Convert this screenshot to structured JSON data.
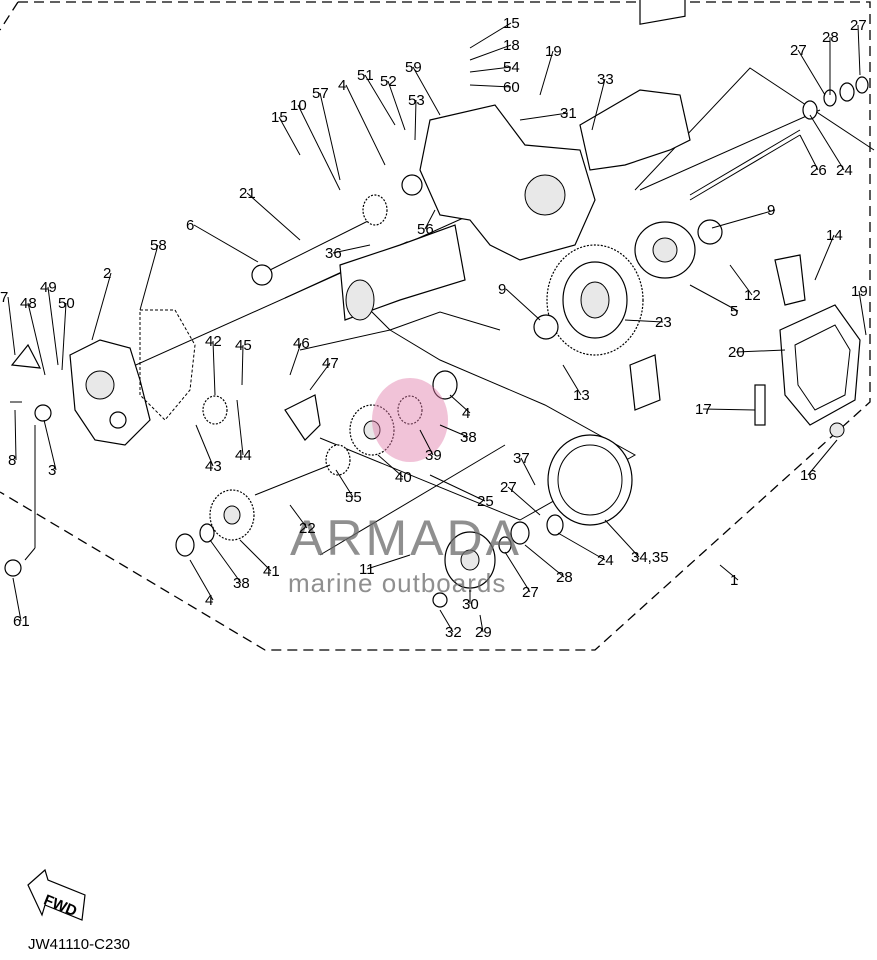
{
  "diagram": {
    "code": "JW41110-C230",
    "fwd_label": "FWD",
    "watermark": {
      "brand": "ARMADA",
      "tagline": "marine outboards"
    },
    "callouts": [
      "15",
      "18",
      "54",
      "60",
      "19",
      "27",
      "28",
      "27",
      "31",
      "33",
      "59",
      "51",
      "52",
      "53",
      "4",
      "57",
      "10",
      "15",
      "21",
      "6",
      "56",
      "36",
      "9",
      "14",
      "26",
      "24",
      "2",
      "58",
      "7",
      "48",
      "49",
      "50",
      "42",
      "45",
      "46",
      "47",
      "9",
      "12",
      "19",
      "5",
      "23",
      "20",
      "8",
      "3",
      "43",
      "44",
      "4",
      "38",
      "39",
      "40",
      "13",
      "17",
      "16",
      "55",
      "37",
      "25",
      "27",
      "22",
      "41",
      "38",
      "4",
      "24",
      "28",
      "27",
      "30",
      "29",
      "32",
      "11",
      "34,35",
      "1",
      "61"
    ]
  },
  "colors": {
    "line": "#000000",
    "brand_pink": "#e07aa8",
    "watermark": "#6a6a6a"
  }
}
